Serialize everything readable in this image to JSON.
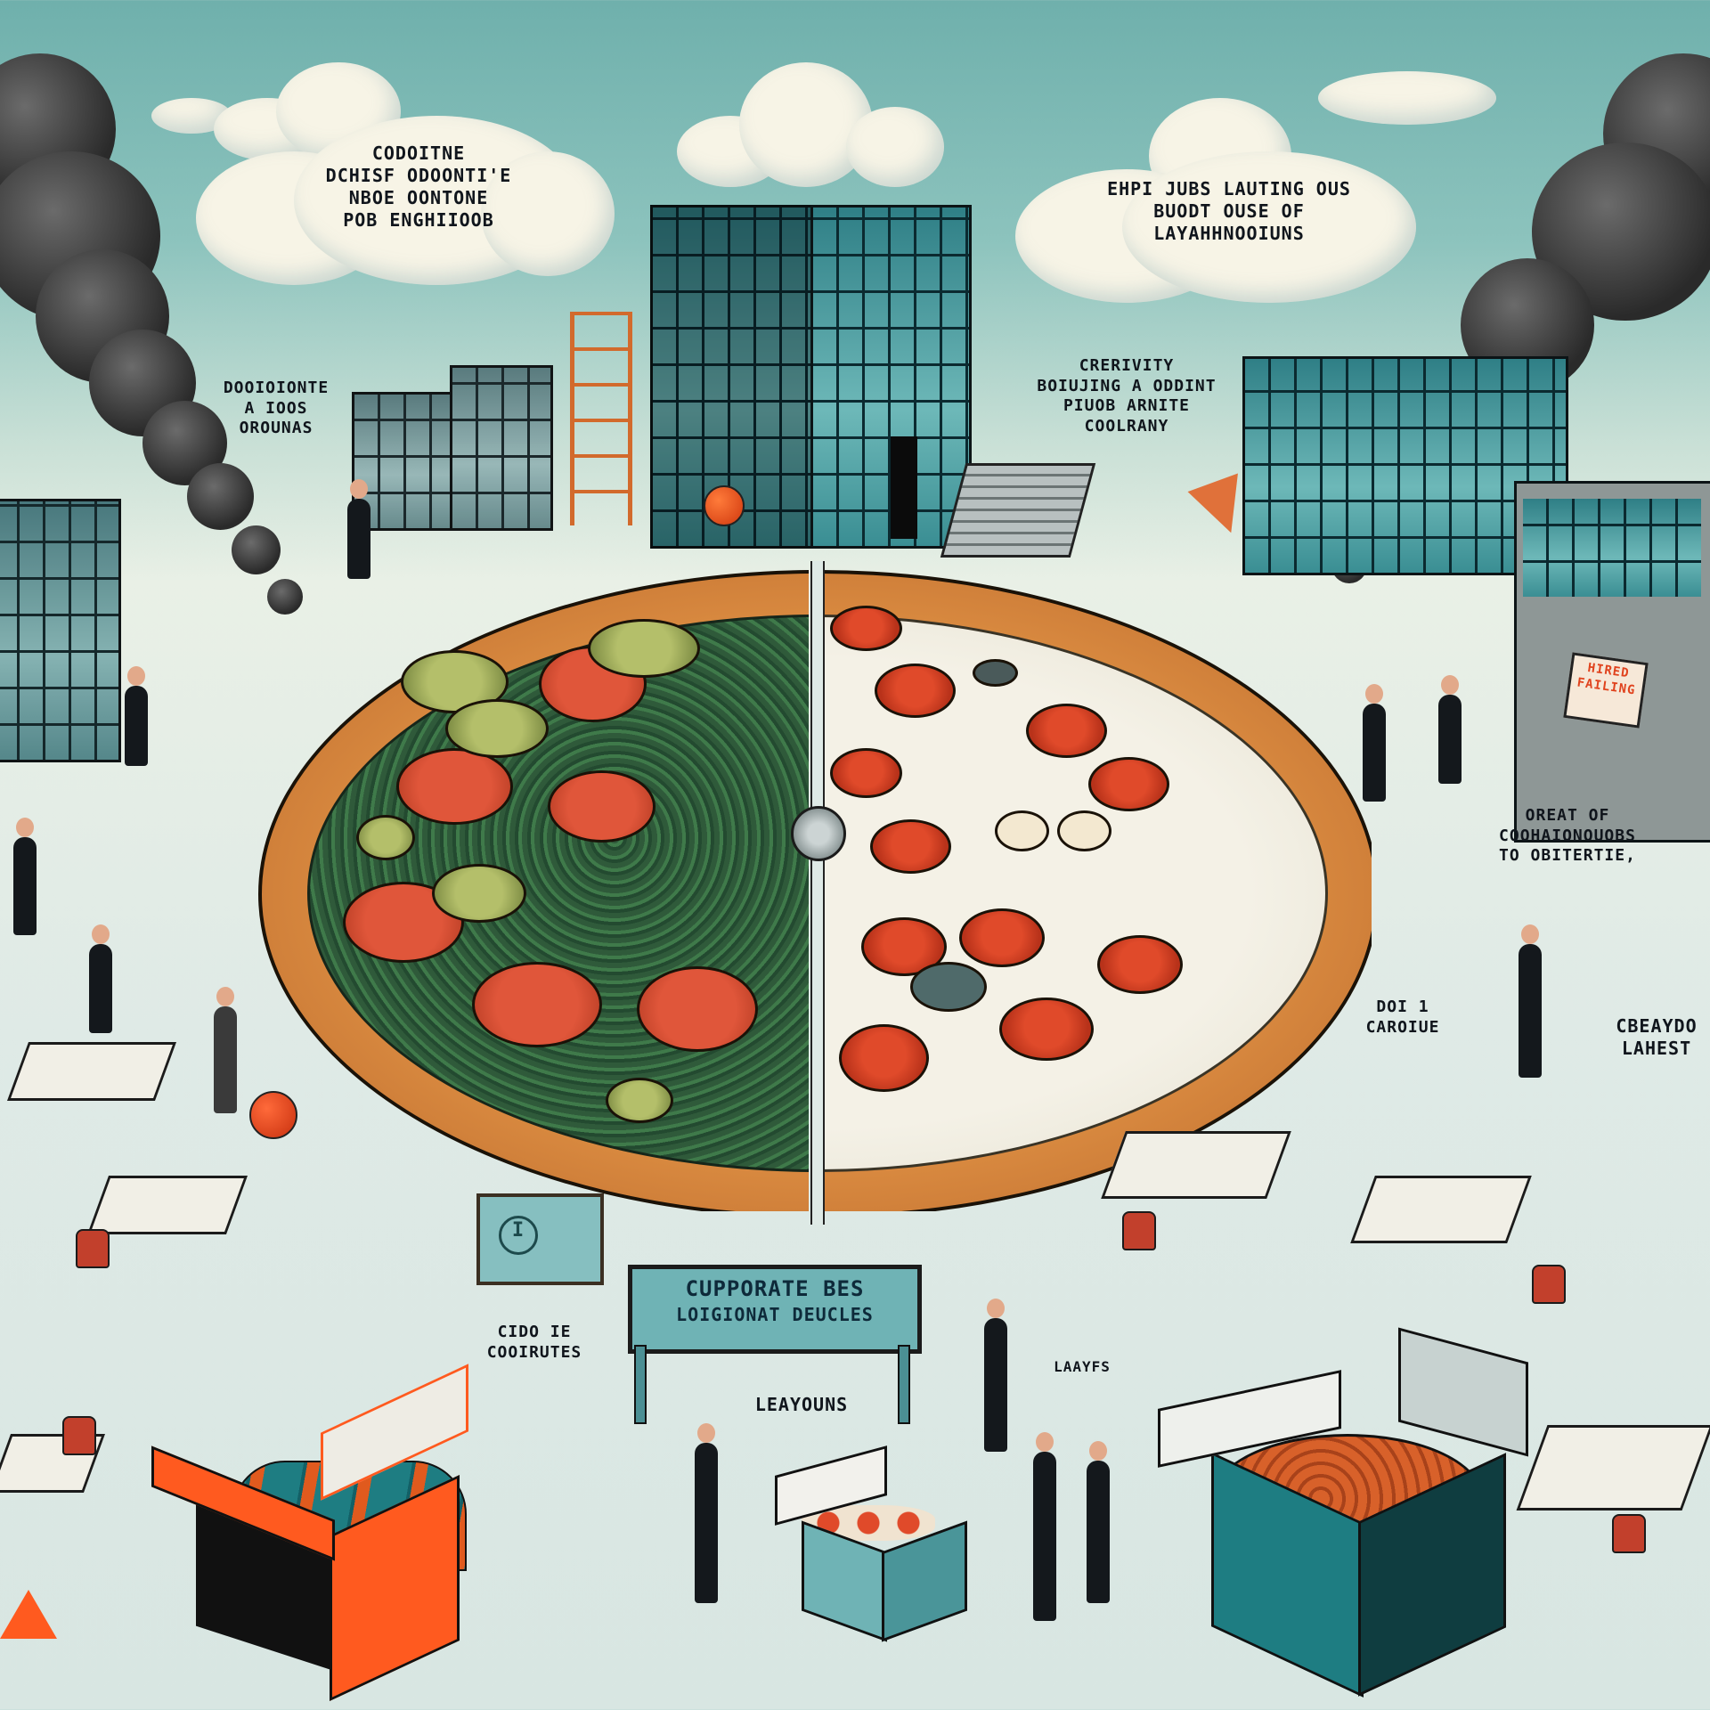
{
  "scene": {
    "title": "Split pizza corporate layoffs illustration",
    "palette": {
      "sky": "#6fb0ac",
      "ground": "#dfeae6",
      "cloud": "#f7f4e6",
      "smoke": "#2a2a2a",
      "building_glass": "#2f7f86",
      "crust": "#d98a40",
      "spinach_half": "#2f5a3a",
      "cheese_half": "#f0ede2",
      "pepperoni": "#e04a2a",
      "orange_box": "#ff5a1f",
      "teal_box": "#1e7d82"
    }
  },
  "clouds": {
    "left": {
      "lines": "CODOITNE\nDCHISF ODOONTI'E\nNBOE OONTONE\nPOB ENGHIIOOB"
    },
    "right": {
      "lines": "EHPI JUBS LAUTING OUS\nBUODT OUSE OF\nLAYAHHNOOIUNS"
    }
  },
  "annotations": {
    "left_mid": "DOOIOIONTE\nA IOOS\nOROUNAS",
    "center_right": "CRERIVITY\nBOIUJING A ODDINT\nPIUOB ARNITE\nCOOLRANY",
    "right_mid": "OREAT OF\nCOOHAIONOUOBS\nTO OBITERTIE,",
    "right_low_a": "DOI 1\nCAROIUE",
    "right_low_b": "CBEAYDO\nLAHEST",
    "bottom_left": "CIDO IE\nCOOIRUTES",
    "bottom_center_small": "LAAYFS",
    "sign_below": "LEAYOUNS",
    "building_sign": "HIRED\nFAILING"
  },
  "sign": {
    "line1": "CUPPORATE BES",
    "line2": "LOIGIONAT DEUCLES"
  },
  "monitor": {
    "glyph": "I"
  },
  "pizza": {
    "left_half": "spinach & tomato",
    "right_half": "white pepperoni"
  }
}
